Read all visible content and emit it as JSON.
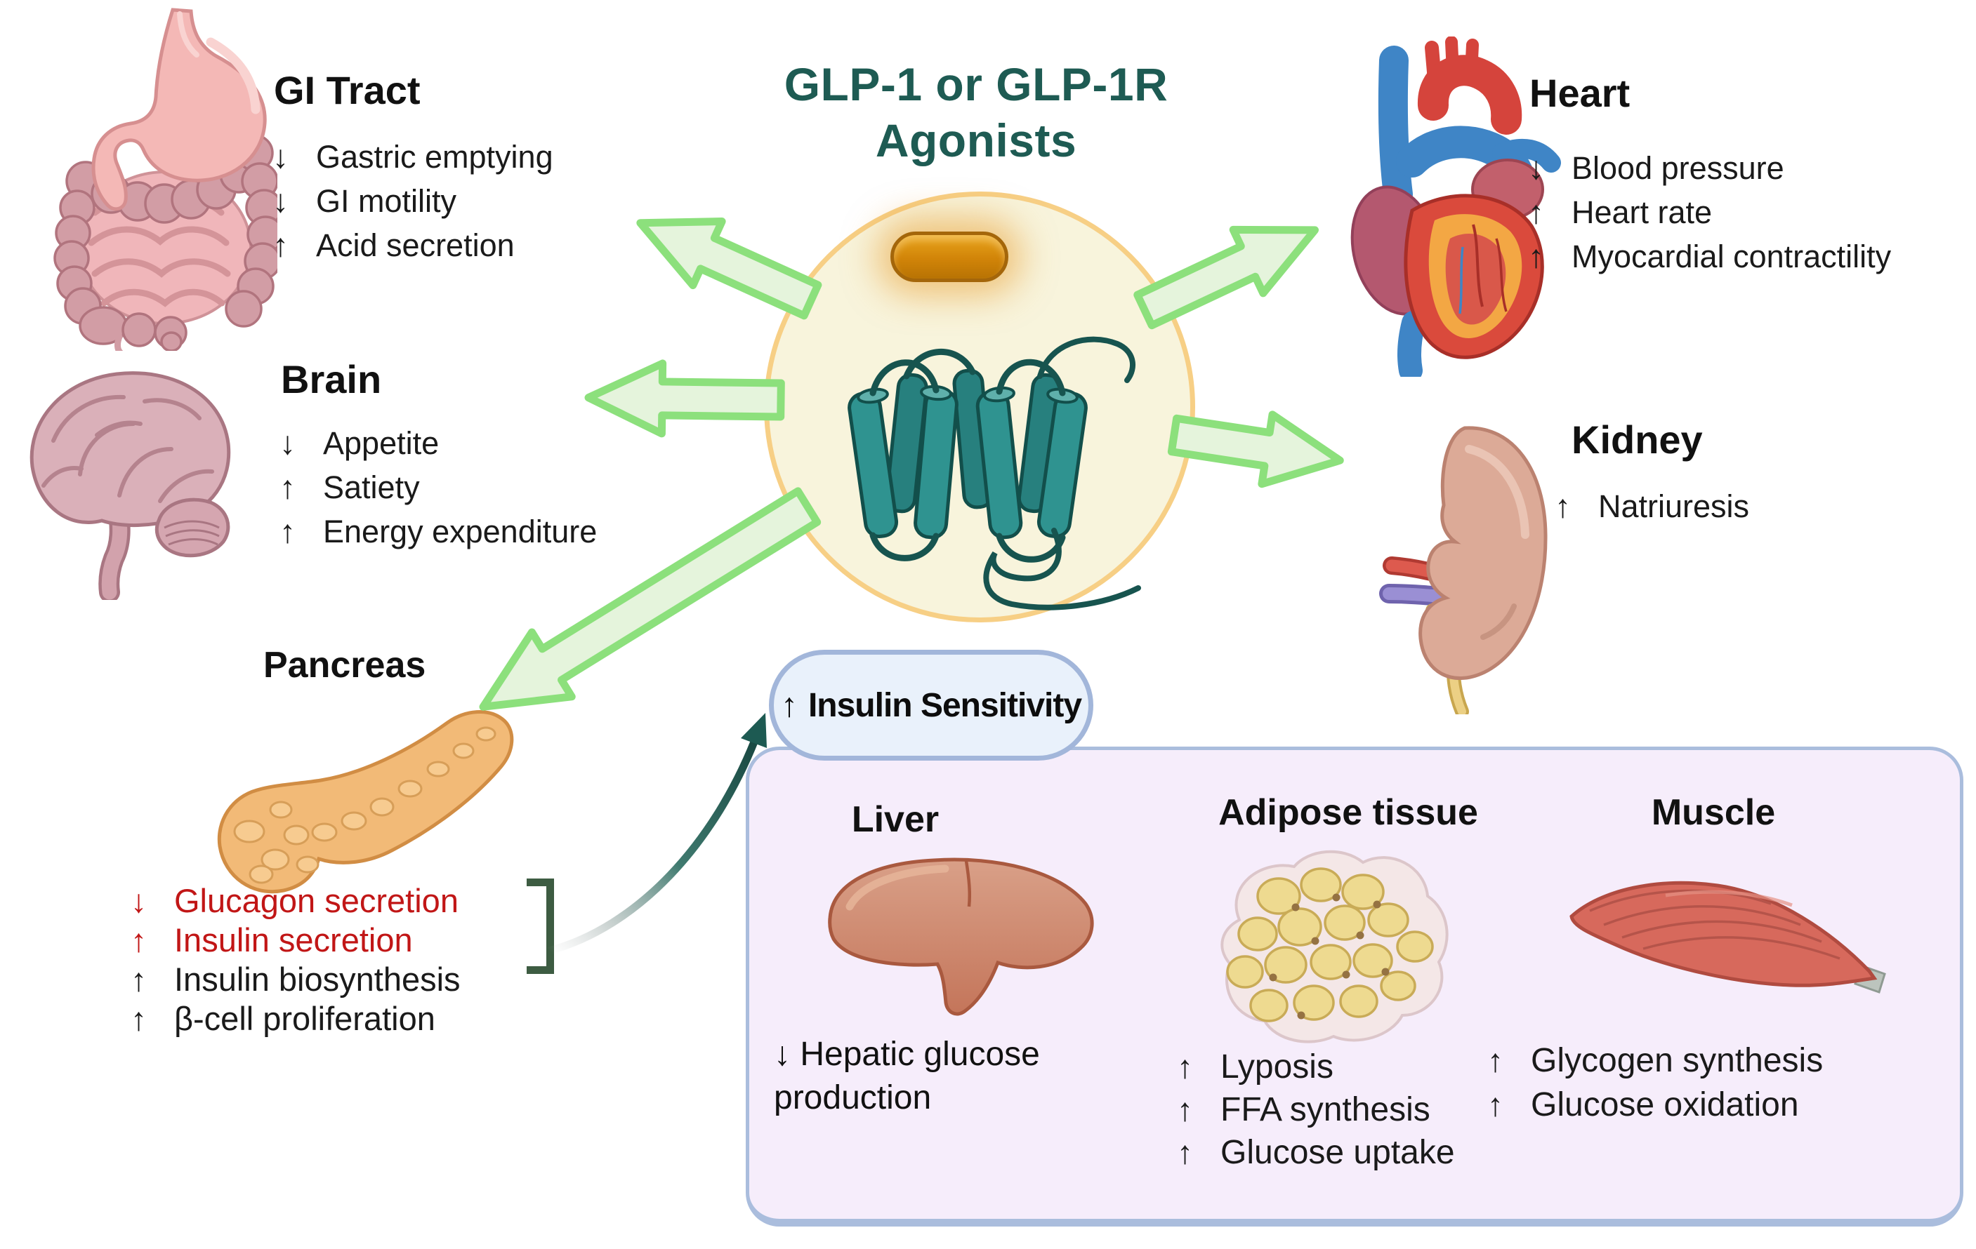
{
  "title": {
    "line1": "GLP-1 or GLP-1R",
    "line2": "Agonists"
  },
  "organs": {
    "gi": {
      "heading": "GI Tract",
      "items": [
        {
          "arrow": "↓",
          "text": "Gastric emptying"
        },
        {
          "arrow": "↓",
          "text": "GI motility"
        },
        {
          "arrow": "↑",
          "text": "Acid secretion"
        }
      ]
    },
    "brain": {
      "heading": "Brain",
      "items": [
        {
          "arrow": "↓",
          "text": "Appetite"
        },
        {
          "arrow": "↑",
          "text": "Satiety"
        },
        {
          "arrow": "↑",
          "text": "Energy expenditure"
        }
      ]
    },
    "pancreas": {
      "heading": "Pancreas",
      "items": [
        {
          "arrow": "↓",
          "text": "Glucagon secretion",
          "color": "#c11616"
        },
        {
          "arrow": "↑",
          "text": "Insulin secretion",
          "color": "#c11616"
        },
        {
          "arrow": "↑",
          "text": "Insulin biosynthesis",
          "color": "#1a1a1a"
        },
        {
          "arrow": "↑",
          "text": "β-cell proliferation",
          "color": "#1a1a1a"
        }
      ]
    },
    "heart": {
      "heading": "Heart",
      "items": [
        {
          "arrow": "↓",
          "text": "Blood pressure"
        },
        {
          "arrow": "↑",
          "text": "Heart rate"
        },
        {
          "arrow": "↑",
          "text": "Myocardial contractility"
        }
      ]
    },
    "kidney": {
      "heading": "Kidney",
      "items": [
        {
          "arrow": "↑",
          "text": "Natriuresis"
        }
      ]
    },
    "liver": {
      "heading": "Liver",
      "note": "↓ Hepatic glucose production"
    },
    "adipose": {
      "heading": "Adipose tissue",
      "items": [
        {
          "arrow": "↑",
          "text": "Lyposis"
        },
        {
          "arrow": "↑",
          "text": "FFA synthesis"
        },
        {
          "arrow": "↑",
          "text": "Glucose uptake"
        }
      ]
    },
    "muscle": {
      "heading": "Muscle",
      "items": [
        {
          "arrow": "↑",
          "text": "Glycogen synthesis"
        },
        {
          "arrow": "↑",
          "text": "Glucose oxidation"
        }
      ]
    }
  },
  "badge": {
    "arrow": "↑",
    "text": "Insulin Sensitivity"
  },
  "colors": {
    "title_teal": "#1e5b53",
    "emphasis_red": "#c11616",
    "arrow_green_fill": "#e5f4dc",
    "arrow_green_stroke": "#8ce07c",
    "circle_fill": "#f8f4dc",
    "circle_border": "#f7cf85",
    "panel_fill": "#f6edfb",
    "panel_border": "#aabddd",
    "badge_fill": "#e9f1fb",
    "bracket_green": "#3d5c42",
    "curve_teal": "#17544f"
  }
}
